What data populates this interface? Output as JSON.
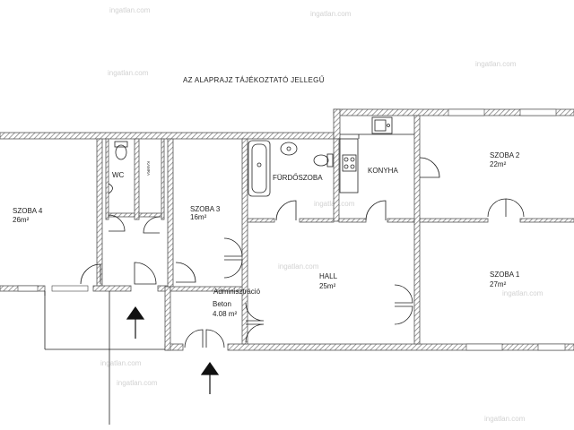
{
  "title": "AZ ALAPRAJZ TÁJÉKOZTATÓ JELLEGŰ",
  "watermark": "ingatlan.com",
  "colors": {
    "wall": "#555555",
    "hatch": "#888888",
    "line": "#222222",
    "text": "#222222",
    "watermark": "#d2d2d2"
  },
  "rooms": {
    "szoba4": {
      "name": "SZOBA 4",
      "area": "26m²"
    },
    "wc": {
      "name": "WC"
    },
    "small": {
      "name": "KAMRA"
    },
    "szoba3": {
      "name": "SZOBA 3",
      "area": "16m²"
    },
    "furdo": {
      "name": "FÜRDŐSZOBA"
    },
    "konyha": {
      "name": "KONYHA"
    },
    "szoba2": {
      "name": "SZOBA 2",
      "area": "22m²"
    },
    "hall": {
      "name": "HALL",
      "area": "25m²"
    },
    "szoba1": {
      "name": "SZOBA 1",
      "area": "27m²"
    },
    "admin": {
      "name": "Adminisztráció"
    },
    "beton": {
      "name": "Beton",
      "area": "4.08 m²"
    }
  }
}
